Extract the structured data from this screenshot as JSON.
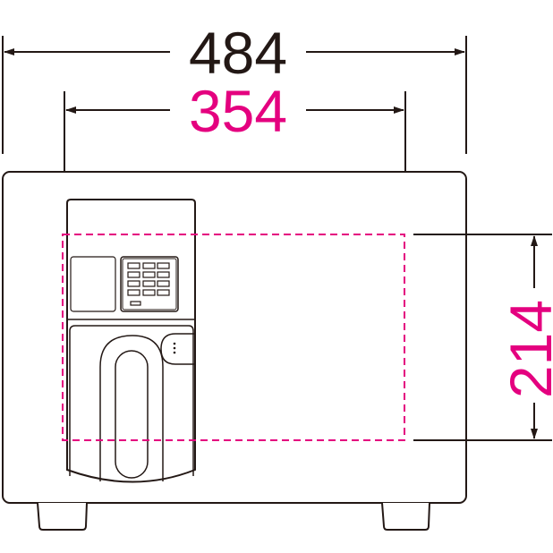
{
  "dimensions": {
    "overall_width": "484",
    "inner_width": "354",
    "inner_height": "214"
  },
  "colors": {
    "line": "#231815",
    "accent": "#e4007f"
  }
}
